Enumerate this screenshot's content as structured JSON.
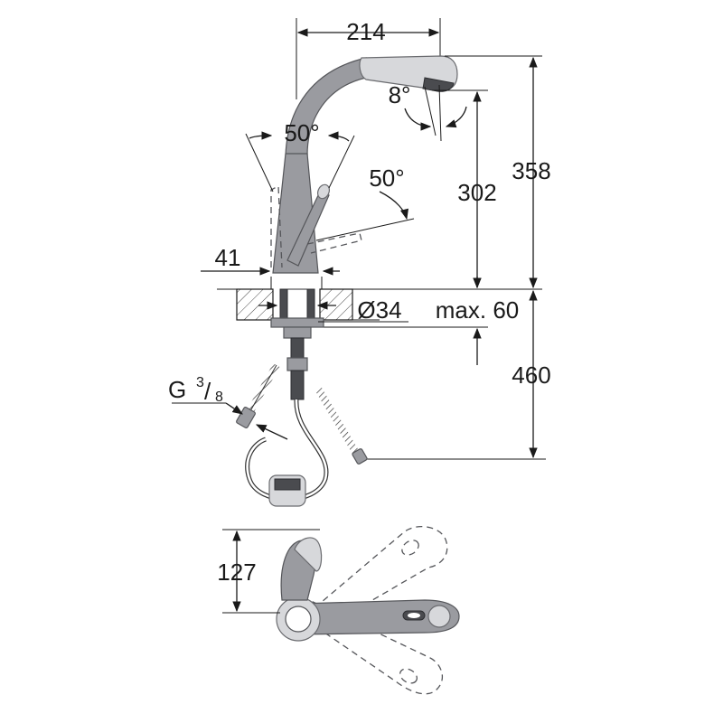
{
  "dimensions": {
    "width_top": "214",
    "spray_angle": "8°",
    "lever_angle_left": "50°",
    "lever_angle_right": "50°",
    "base_width": "41",
    "height_spout": "302",
    "height_total": "358",
    "hole_diameter": "Ø34",
    "deck_thickness": "max. 60",
    "hose_length": "460",
    "thread_prefix": "G",
    "thread_num": "3",
    "thread_den": "8",
    "depth_plan": "127"
  },
  "colors": {
    "body": "#9a9ba0",
    "outline": "#1a1a1a",
    "dark": "#4a4b4f",
    "light": "#d7d8db"
  }
}
